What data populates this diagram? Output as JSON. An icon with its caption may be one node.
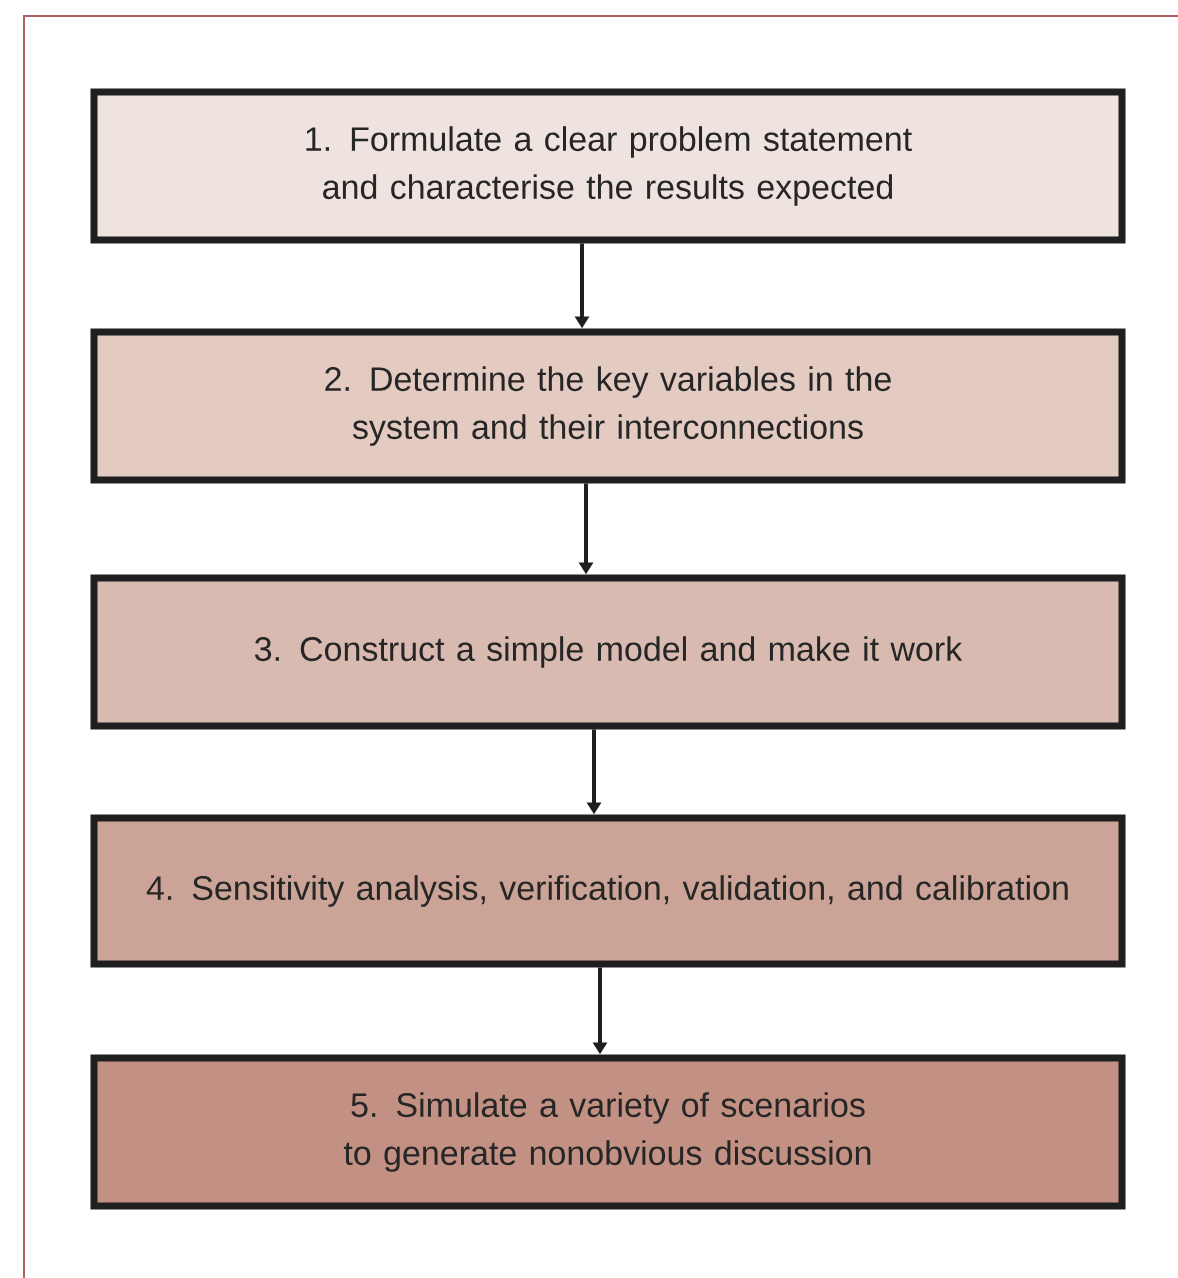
{
  "diagram": {
    "nodes": [
      {
        "text": [
          "1. Formulate a clear problem statement and characterise the results expected"
        ]
      },
      {
        "text": [
          "2. Determine the key variables in the system and their interconnections"
        ]
      },
      {
        "text": [
          "3. Construct a simple model and make it work"
        ]
      },
      {
        "text": [
          "4. Sensitivity analysis, verification, validation, and calibration"
        ]
      },
      {
        "text": [
          "5. Simulate a variety of scenarios to generate nonobvious discussion"
        ]
      }
    ],
    "edges": [
      {
        "from": 0,
        "to": 1,
        "arrow": "to"
      },
      {
        "from": 1,
        "to": 2,
        "arrow": "to"
      },
      {
        "from": 2,
        "to": 3,
        "arrow": "to"
      },
      {
        "from": 3,
        "to": 4,
        "arrow": "to"
      }
    ]
  }
}
